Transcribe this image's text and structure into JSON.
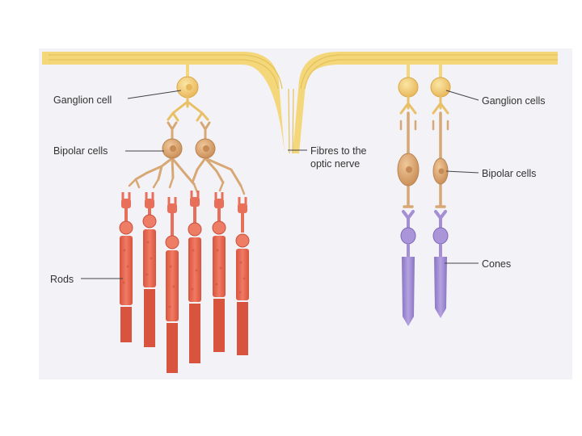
{
  "labels": {
    "ganglion_left": "Ganglion cell",
    "bipolar_left": "Bipolar cells",
    "fibres": "Fibres to the",
    "fibres_line2": "optic nerve",
    "rods": "Rods",
    "ganglion_right": "Ganglion cells",
    "bipolar_right": "Bipolar cells",
    "cones": "Cones"
  },
  "colors": {
    "fibre": "#f3d77a",
    "ganglion": "#f2c970",
    "bipolar": "#d8a874",
    "rod": "#e8705a",
    "rod_dark": "#c9503d",
    "cone": "#a48fd4",
    "cone_dark": "#7e68b8",
    "leader": "#444444"
  }
}
